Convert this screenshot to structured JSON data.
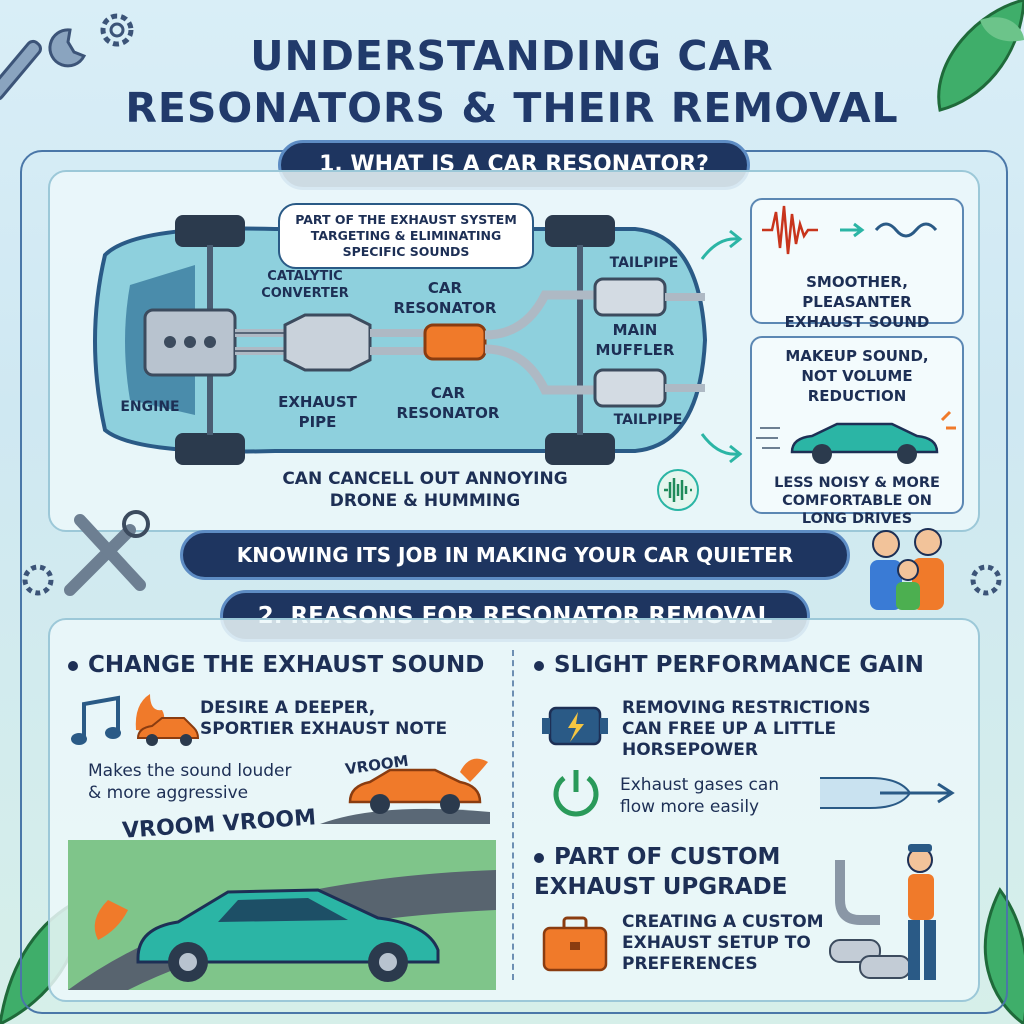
{
  "title": {
    "line1": "UNDERSTANDING CAR",
    "line2": "RESONATORS & THEIR REMOVAL"
  },
  "section1": {
    "heading": "1. WHAT IS A CAR RESONATOR?",
    "bubble": "PART OF THE EXHAUST SYSTEM TARGETING & ELIMINATING SPECIFIC SOUNDS",
    "labels": {
      "catalytic": "CATALYTIC CONVERTER",
      "resonator_top": "CAR RESONATOR",
      "resonator_bottom": "CAR RESONATOR",
      "tailpipe_top": "TAILPIPE",
      "tailpipe_bottom": "TAILPIPE",
      "main_muffler": "MAIN MUFFLER",
      "engine": "ENGINE",
      "exhaust_pipe": "EXHAUST PIPE"
    },
    "cancel_text": "CAN CANCELL OUT ANNOYING DRONE & HUMMING",
    "box_top": "SMOOTHER, PLEASANTER EXHAUST SOUND",
    "box_bottom_top": "MAKEUP SOUND, NOT VOLUME REDUCTION",
    "box_bottom_bottom": "LESS NOISY & MORE COMFORTABLE ON LONG DRIVES",
    "banner": "KNOWING ITS JOB IN MAKING YOUR CAR QUIETER"
  },
  "section2": {
    "heading": "2. REASONS FOR RESONATOR REMOVAL",
    "left": {
      "header": "CHANGE THE EXHAUST SOUND",
      "desc": "DESIRE A DEEPER, SPORTIER EXHAUST NOTE",
      "bullet": "Makes the sound louder & more aggressive",
      "vroom_small": "VROOM",
      "vroom_big": "VROOM VROOM"
    },
    "right": {
      "header": "SLIGHT PERFORMANCE GAIN",
      "desc": "REMOVING RESTRICTIONS CAN FREE UP A LITTLE HORSEPOWER",
      "bullet": "Exhaust gases can flow more easily",
      "header2": "PART OF CUSTOM EXHAUST UPGRADE",
      "desc2": "CREATING A CUSTOM EXHAUST SETUP TO PREFERENCES"
    }
  },
  "colors": {
    "navy": "#1e3560",
    "teal": "#2bb5a5",
    "orange": "#f07a2a",
    "accent_blue": "#5d8cc4"
  }
}
